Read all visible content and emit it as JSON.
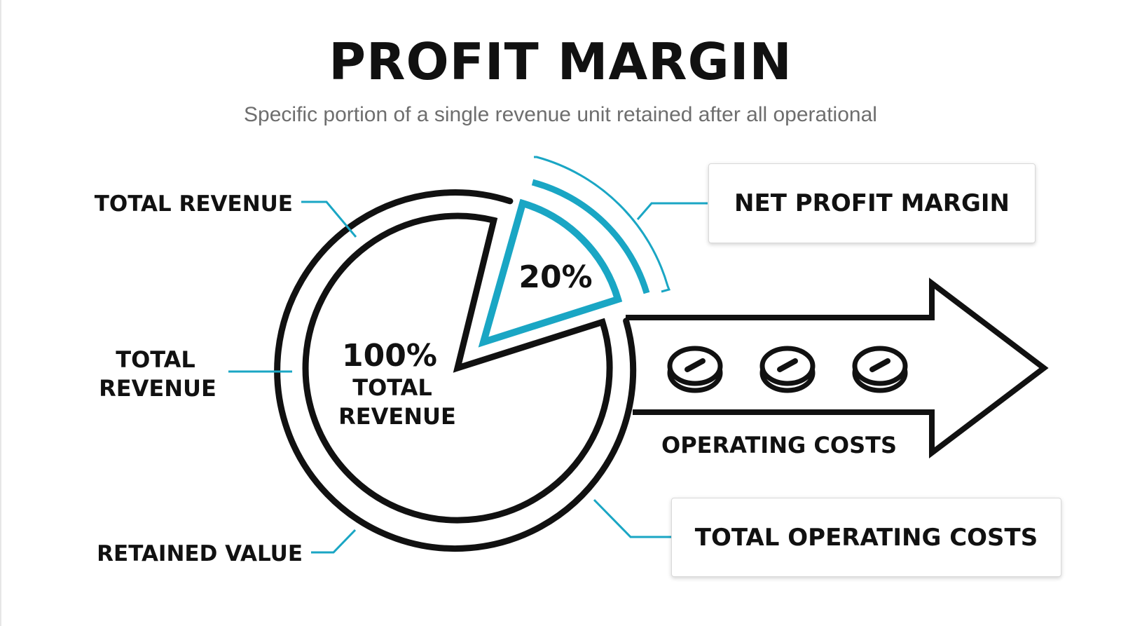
{
  "header": {
    "title": "PROFIT MARGIN",
    "subtitle": "Specific portion of a single revenue unit retained after all operational"
  },
  "labels": {
    "total_revenue_top": "TOTAL REVENUE",
    "total_revenue_left_line1": "TOTAL",
    "total_revenue_left_line2": "REVENUE",
    "retained_value": "RETAINED VALUE",
    "center_percent": "100%",
    "center_line1": "TOTAL",
    "center_line2": "REVENUE",
    "slice_percent": "20%",
    "operating_costs": "OPERATING COSTS"
  },
  "callouts": {
    "net_profit_margin": "NET PROFIT MARGIN",
    "total_operating_costs": "TOTAL OPERATING COSTS"
  },
  "icons": [
    "coin-icon",
    "coin-icon",
    "coin-icon"
  ],
  "colors": {
    "accent": "#1aa6c4",
    "ink": "#111111",
    "subtitle": "#6e6e6e"
  }
}
